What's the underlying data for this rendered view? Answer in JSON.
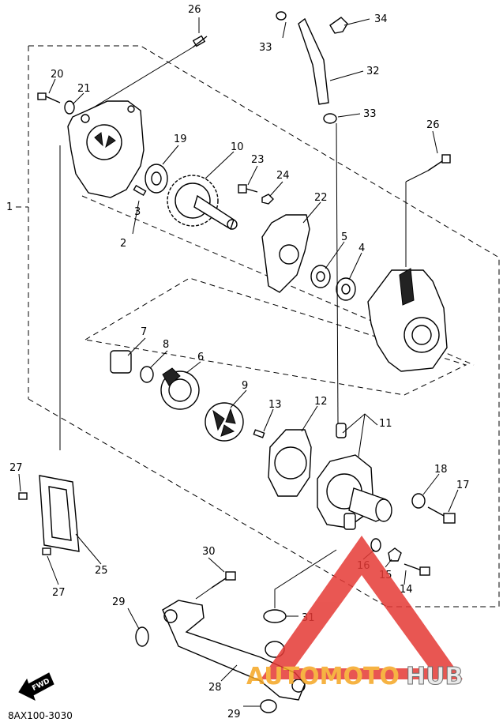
{
  "diagram": {
    "drawing_code": "8AX100-3030",
    "direction_label": "FWD",
    "part_numbers": {
      "p1": "1",
      "p2": "2",
      "p3": "3",
      "p4": "4",
      "p5": "5",
      "p6": "6",
      "p7": "7",
      "p8": "8",
      "p9": "9",
      "p10": "10",
      "p11": "11",
      "p12": "12",
      "p13": "13",
      "p14": "14",
      "p15": "15",
      "p16": "16",
      "p17": "17",
      "p18": "18",
      "p19": "19",
      "p20": "20",
      "p21": "21",
      "p22": "22",
      "p23": "23",
      "p24": "24",
      "p25": "25",
      "p26": "26",
      "p27": "27",
      "p28": "28",
      "p29": "29",
      "p30": "30",
      "p31": "31",
      "p32": "32",
      "p33": "33",
      "p34": "34"
    }
  },
  "watermark": {
    "text_a": "AUTOMOTO",
    "text_b": "HUB",
    "color_a": "#f5a623",
    "color_b": "#e8e8e8",
    "triangle_color": "#e53935"
  }
}
